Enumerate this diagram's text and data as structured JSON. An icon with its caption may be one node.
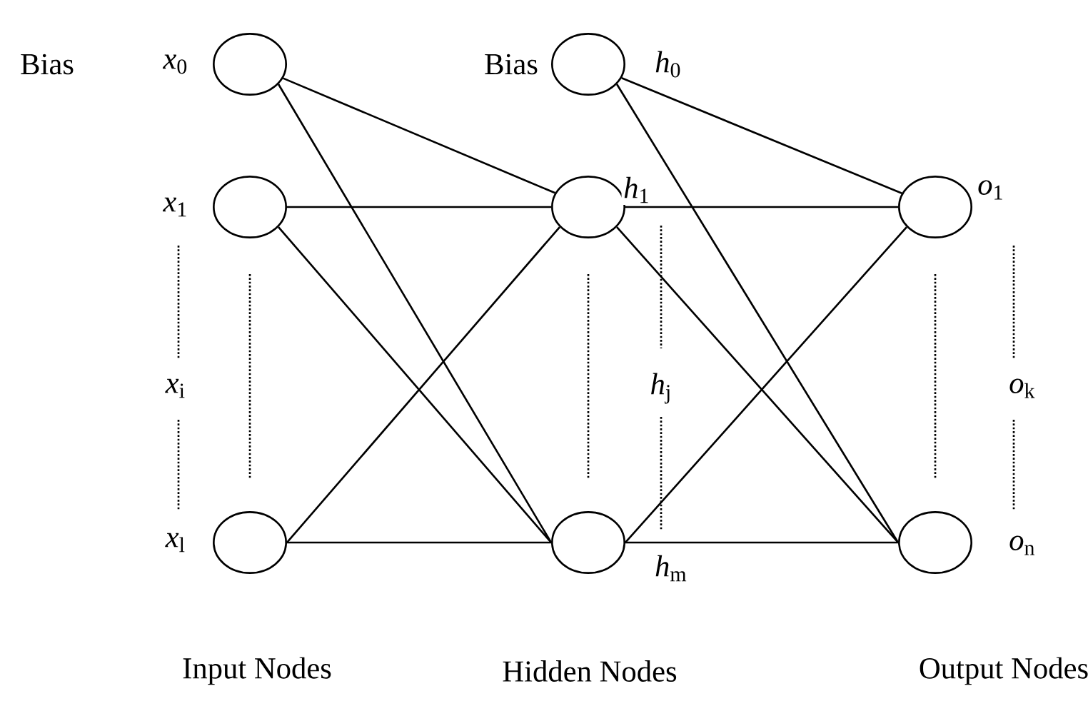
{
  "diagram": {
    "nodes": [
      {
        "text": [],
        "shape": "circle",
        "beside": [
          "Bias",
          "*x*$_{0}$"
        ]
      },
      {
        "text": [],
        "shape": "circle",
        "beside": [
          "*x*$_{1}$"
        ]
      },
      {
        "text": [],
        "shape": "circle",
        "beside": [
          "*x*$_{l}$"
        ]
      },
      {
        "text": [],
        "shape": "circle",
        "beside": [
          "Bias",
          "*h*$_{0}$"
        ]
      },
      {
        "text": [],
        "shape": "circle",
        "beside": [
          "*h*$_{1}$"
        ]
      },
      {
        "text": [],
        "shape": "circle",
        "beside": [
          "*h*$_{m}$"
        ]
      },
      {
        "text": [],
        "shape": "circle",
        "beside": [
          "*o*$_{1}$"
        ]
      },
      {
        "text": [],
        "shape": "circle",
        "beside": [
          "*o*$_{n}$"
        ]
      }
    ],
    "edges": [
      {
        "from": 0,
        "to": 4,
        "arrow": "none"
      },
      {
        "from": 0,
        "to": 5,
        "arrow": "none"
      },
      {
        "from": 1,
        "to": 4,
        "arrow": "none"
      },
      {
        "from": 1,
        "to": 5,
        "arrow": "none"
      },
      {
        "from": 2,
        "to": 4,
        "arrow": "none"
      },
      {
        "from": 2,
        "to": 5,
        "arrow": "none"
      },
      {
        "from": 3,
        "to": 6,
        "arrow": "none"
      },
      {
        "from": 3,
        "to": 7,
        "arrow": "none"
      },
      {
        "from": 4,
        "to": 6,
        "arrow": "none"
      },
      {
        "from": 4,
        "to": 7,
        "arrow": "none"
      },
      {
        "from": 5,
        "to": 6,
        "arrow": "none"
      },
      {
        "from": 5,
        "to": 7,
        "arrow": "none"
      }
    ],
    "labels": [
      "*x*$_{i}$",
      "*h*$_{j}$",
      "*o*$_{k}$",
      "Input Nodes",
      "Hidden Nodes",
      "Output Nodes"
    ]
  }
}
